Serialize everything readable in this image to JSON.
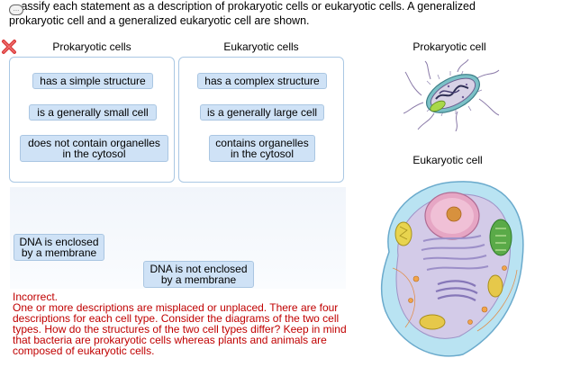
{
  "prompt": {
    "line1": "assify each statement as a description of prokaryotic cells or eukaryotic cells. A generalized",
    "line2": "prokaryotic cell and a generalized eukaryotic cell are shown."
  },
  "status_icon": "x-incorrect-icon",
  "columns": {
    "prokaryotic_title": "Prokaryotic cells",
    "eukaryotic_title": "Eukaryotic cells"
  },
  "prokaryotic_items": [
    "has a simple structure",
    "is a generally small cell",
    "does not contain organelles in the cytosol"
  ],
  "eukaryotic_items": [
    "has a complex structure",
    "is a generally large cell",
    "contains organelles in the cytosol"
  ],
  "unplaced_items": [
    "DNA is enclosed by a membrane",
    "DNA is not enclosed by a membrane"
  ],
  "feedback": {
    "heading": "Incorrect.",
    "body": "One or more descriptions are misplaced or unplaced. There are four descriptions for each cell type. Consider the diagrams of the two cell types. How do the structures of the two cell types differ? Keep in mind that bacteria are prokaryotic cells whereas plants and animals are composed of eukaryotic cells."
  },
  "figures": {
    "prokaryotic_label": "Prokaryotic cell",
    "eukaryotic_label": "Eukaryotic cell"
  },
  "colors": {
    "chip_fill": "#cfe2f6",
    "bin_border": "#aac8e4",
    "feedback_red": "#c00000",
    "incorrect_x": "#d93a3a"
  }
}
